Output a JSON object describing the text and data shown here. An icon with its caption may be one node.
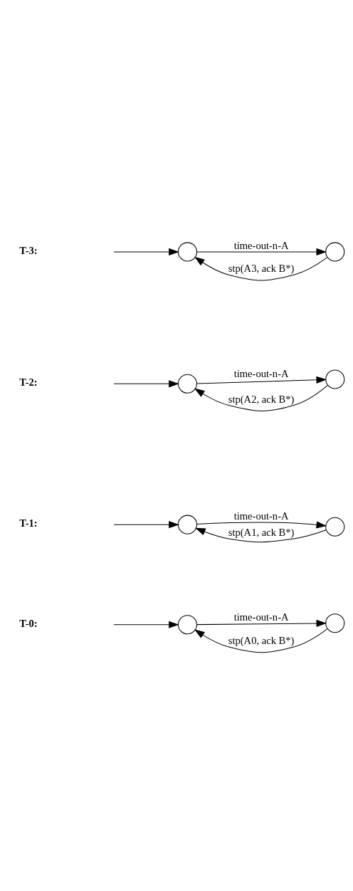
{
  "diagram": {
    "nodes": [
      {
        "text": [],
        "shape": "circle"
      },
      {
        "text": [],
        "shape": "circle"
      },
      {
        "text": [],
        "shape": "circle"
      },
      {
        "text": [],
        "shape": "circle"
      },
      {
        "text": [],
        "shape": "circle"
      },
      {
        "text": [],
        "shape": "circle"
      },
      {
        "text": [],
        "shape": "circle"
      },
      {
        "text": [],
        "shape": "circle"
      }
    ],
    "edges": [
      {
        "from": null,
        "to": 0,
        "arrow": "to"
      },
      {
        "from": 0,
        "to": 1,
        "label": "time-out-n-A",
        "arrow": "to"
      },
      {
        "from": 1,
        "to": 0,
        "label": "stp(A0, ack B*)",
        "arrow": "to"
      },
      {
        "from": null,
        "to": 2,
        "arrow": "to"
      },
      {
        "from": 2,
        "to": 3,
        "label": "time-out-n-A",
        "arrow": "to"
      },
      {
        "from": 3,
        "to": 2,
        "label": "stp(A1, ack B*)",
        "arrow": "to"
      },
      {
        "from": null,
        "to": 4,
        "arrow": "to"
      },
      {
        "from": 4,
        "to": 5,
        "label": "time-out-n-A",
        "arrow": "to"
      },
      {
        "from": 5,
        "to": 4,
        "label": "stp(A2, ack B*)",
        "arrow": "to"
      },
      {
        "from": null,
        "to": 6,
        "arrow": "to"
      },
      {
        "from": 6,
        "to": 7,
        "label": "time-out-n-A",
        "arrow": "to"
      },
      {
        "from": 7,
        "to": 6,
        "label": "stp(A3, ack B*)",
        "arrow": "to"
      }
    ],
    "labels": [
      "T-0:",
      "T-1:",
      "T-2:",
      "T-3:"
    ]
  }
}
